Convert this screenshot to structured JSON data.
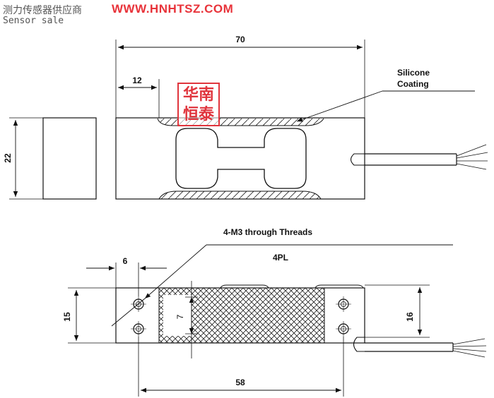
{
  "vendor": {
    "name_cn": "测力传感器供应商",
    "website": "WWW.HNHTSZ.COM",
    "tagline": "Sensor sale"
  },
  "stamp": {
    "line1": "华南",
    "line2": "恒泰"
  },
  "dimensions": {
    "overall_length": "70",
    "end_offset": "12",
    "height": "22",
    "hole_spacing": "58",
    "hole_edge": "6",
    "width_bottom": "15",
    "width_side": "16",
    "slot": "7"
  },
  "callouts": {
    "coating_line1": "Silicone",
    "coating_line2": "Coating",
    "threads": "4-M3 through Threads",
    "threads_qty": "4PL"
  },
  "colors": {
    "line": "#111111",
    "watermark": "#e0353d"
  }
}
